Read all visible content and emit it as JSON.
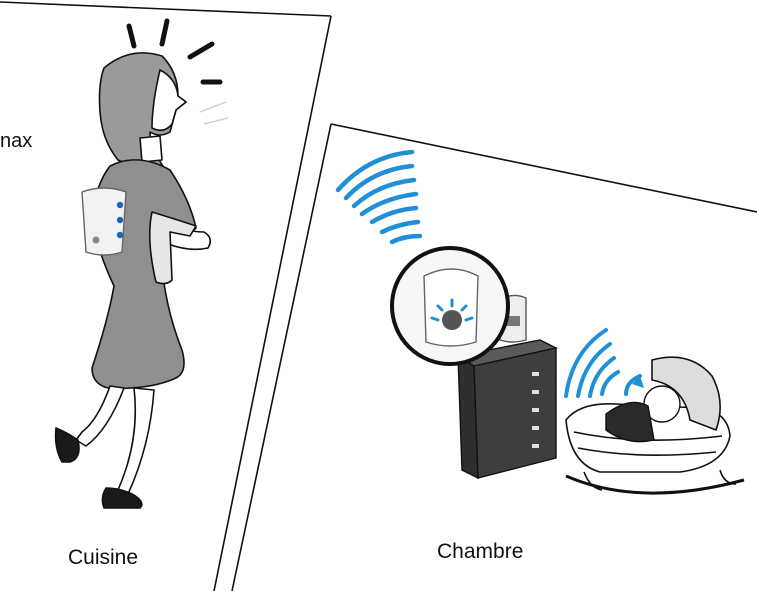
{
  "labels": {
    "left_room": "Cuisine",
    "right_room": "Chambre",
    "cut_text": "nax"
  },
  "colors": {
    "signal_blue": "#1f8fd8",
    "line": "#111111",
    "dress": "#8f8f8f",
    "dresser": "#3e3e3e"
  },
  "icons": [
    "woman-icon",
    "pager-icon",
    "monitor-icon",
    "dresser-icon",
    "crib-icon",
    "baby-icon",
    "wireless-waves-icon",
    "magnifier-icon",
    "alert-lines-icon"
  ]
}
